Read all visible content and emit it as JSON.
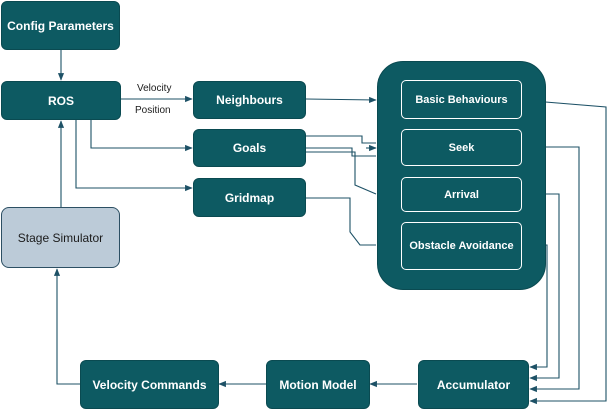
{
  "nodes": {
    "config": "Config Parameters",
    "ros": "ROS",
    "stage": "Stage Simulator",
    "neighbours": "Neighbours",
    "goals": "Goals",
    "gridmap": "Gridmap",
    "basic": "Basic Behaviours",
    "seek": "Seek",
    "arrival": "Arrival",
    "obstacle": "Obstacle Avoidance",
    "accumulator": "Accumulator",
    "motion": "Motion Model",
    "velcmd": "Velocity Commands"
  },
  "edge_labels": {
    "velocity": "Velocity",
    "position": "Position"
  },
  "colors": {
    "node_fill": "#0d5a62",
    "simulator_fill": "#bccbd8",
    "edge": "#1d5166"
  }
}
